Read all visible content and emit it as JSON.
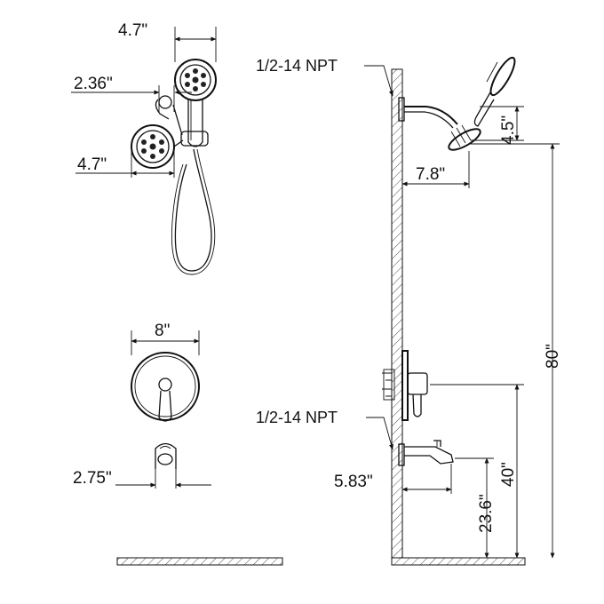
{
  "diagram": {
    "top_view": {
      "head_width_top": "4.7\"",
      "arm_offset": "2.36\"",
      "head_width_bottom": "4.7\""
    },
    "trim_plate": {
      "diameter": "8\""
    },
    "spout_front": {
      "width": "2.75\""
    },
    "side_view": {
      "upper_connection": "1/2-14 NPT",
      "lower_connection": "1/2-14 NPT",
      "arm_reach": "7.8\"",
      "head_drop": "4.5\"",
      "showerhead_height": "80\"",
      "valve_height": "40\"",
      "spout_height": "23.6\"",
      "spout_reach": "5.83\""
    }
  }
}
